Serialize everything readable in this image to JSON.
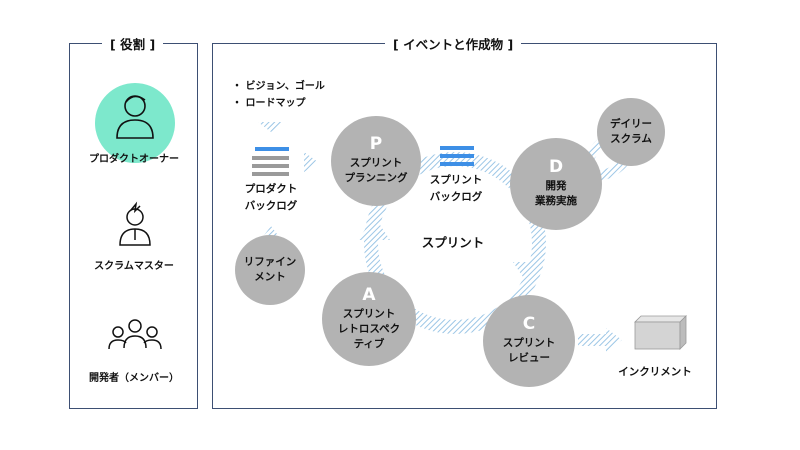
{
  "roles_panel": {
    "title": "役割",
    "roles": [
      {
        "label": "プロダクトオーナー"
      },
      {
        "label": "スクラムマスター"
      },
      {
        "label": "開発者（メンバー）"
      }
    ]
  },
  "events_panel": {
    "title": "イベントと作成物",
    "bullets": [
      "・ ビジョン、ゴール",
      "・ ロードマップ"
    ],
    "product_backlog": {
      "line1": "プロダクト",
      "line2": "バックログ"
    },
    "refinement": {
      "line1": "リファイン",
      "line2": "メント"
    },
    "planning": {
      "letter": "P",
      "line1": "スプリント",
      "line2": "プランニング"
    },
    "sprint_backlog": {
      "line1": "スプリント",
      "line2": "バックログ"
    },
    "development": {
      "letter": "D",
      "line1": "開発",
      "line2": "業務実施"
    },
    "daily_scrum": {
      "line1": "デイリー",
      "line2": "スクラム"
    },
    "sprint": {
      "label": "スプリント"
    },
    "retrospective": {
      "letter": "A",
      "line1": "スプリント",
      "line2": "レトロスペク",
      "line3": "ティブ"
    },
    "review": {
      "letter": "C",
      "line1": "スプリント",
      "line2": "レビュー"
    },
    "increment": {
      "label": "インクリメント"
    }
  },
  "colors": {
    "border": "#3d4f73",
    "circle": "#b3b3b3",
    "highlight": "#7de8cc",
    "accent_blue": "#3d8fe6",
    "stack_gray": "#9a9a9a",
    "hatch_blue": "#9cc6e6"
  }
}
